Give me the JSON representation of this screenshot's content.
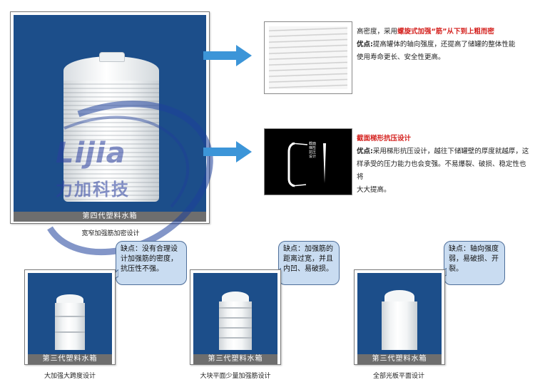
{
  "main_product": {
    "caption": "第四代塑料水箱",
    "subcaption": "宽窄加强筋加密设计"
  },
  "watermark": {
    "brand_latin": "Lijia",
    "brand_cn": "力加科技"
  },
  "details": [
    {
      "intro_prefix": "高密度，采用",
      "intro_highlight": "螺旋式加强“筋”从下到上粗而密",
      "adv_label": "优点:",
      "adv_text_1": "提高罐体的轴向强度，还提高了储罐的整体性能",
      "adv_text_2": "使用寿命更长、安全性更高。"
    },
    {
      "heading": "截面梯形抗压设计",
      "adv_label": "优点:",
      "adv_text_1": "采用梯形抗压设计，越往下储罐壁的厚度就越厚，这",
      "adv_text_2": "样承受的压力能力也会变强。不易爆裂、破损、稳定性也将",
      "adv_text_3": "大大提高。",
      "inset_label": "截面梯形抗压设计"
    }
  ],
  "older_products": [
    {
      "caption": "第三代塑料水箱",
      "subcaption": "大加强大跨度设计",
      "bubble": "缺点：没有合理设计加强筋的密度，抗压性不强。"
    },
    {
      "caption": "第三代塑料水箱",
      "subcaption": "大块平面少量加强筋设计",
      "bubble": "缺点：加强筋的距离过宽，并且内凹、易破损。"
    },
    {
      "caption": "第三代塑料水箱",
      "subcaption": "全部光板平面设计",
      "bubble": "缺点：轴向强度弱，易破损、开裂。"
    }
  ],
  "colors": {
    "photo_bg": "#1c4e8a",
    "arrow": "#3c95d8",
    "highlight": "#d4201d",
    "bubble": "#c9dcf1"
  }
}
